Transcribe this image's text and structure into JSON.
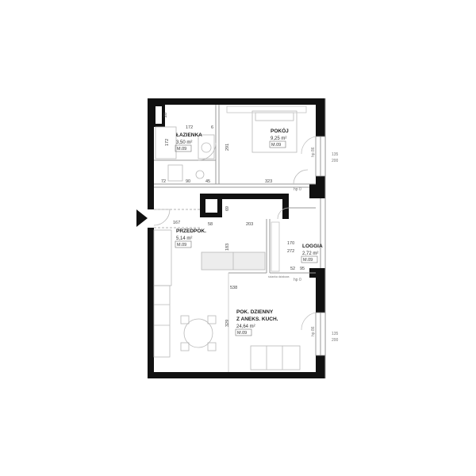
{
  "rooms": {
    "lazienka": {
      "name": "ŁAZIENKA",
      "area": "3,50 m²",
      "code": "M.09"
    },
    "pokoj": {
      "name": "POKÓJ",
      "area": "9,25 m²",
      "code": "M.09"
    },
    "przedpok": {
      "name": "PRZEDPOK.",
      "area": "5,14 m²",
      "code": "M.09"
    },
    "loggia": {
      "name": "LOGGIA",
      "area": "2,72 m²",
      "code": "M.09"
    },
    "pok_dzienny": {
      "name_line1": "POK. DZIENNY",
      "name_line2": "Z ANEKS. KUCH.",
      "area": "24,64 m²",
      "code": "M.09"
    }
  },
  "dimensions": {
    "d20": "20",
    "d172": "172",
    "d6": "6",
    "d172v": "172",
    "d291": "291",
    "d72": "72",
    "d90": "90",
    "d45": "45",
    "d323": "323",
    "d69": "69",
    "d58": "58",
    "d203": "203",
    "d167": "167",
    "d183": "183",
    "d538": "538",
    "d170": "170",
    "d272": "272",
    "d329": "329",
    "d52": "52",
    "d95": "95",
    "hp0_a": "hp 0",
    "hp0_b": "hp 0",
    "win_top_135": "135",
    "win_top_200": "200",
    "win_bot_135": "135",
    "win_bot_200": "200",
    "sill_top": "hp 86",
    "sill_bot": "hp 86",
    "note_small": "ścianka działowa"
  },
  "icons": {
    "entrance": "entrance-arrow-icon"
  },
  "colors": {
    "walls": "#111111",
    "lines": "#9a9a9a"
  }
}
